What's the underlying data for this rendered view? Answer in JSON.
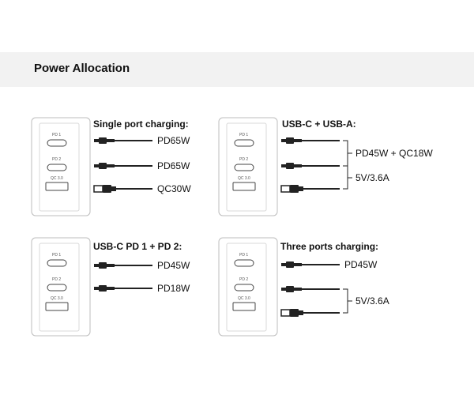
{
  "header": {
    "title": "Power Allocation"
  },
  "charger": {
    "port_labels": [
      "PD 1",
      "PD 2",
      "QC 3.0"
    ]
  },
  "panels": [
    {
      "heading": "Single port charging:",
      "labels": [
        "PD65W",
        "PD65W",
        "QC30W"
      ]
    },
    {
      "heading": "USB-C + USB-A:",
      "labels": [
        "PD45W + QC18W",
        "5V/3.6A"
      ]
    },
    {
      "heading": "USB-C PD 1 + PD 2:",
      "labels": [
        "PD45W",
        "PD18W"
      ]
    },
    {
      "heading": "Three ports charging:",
      "labels": [
        "PD45W",
        "5V/3.6A"
      ]
    }
  ]
}
